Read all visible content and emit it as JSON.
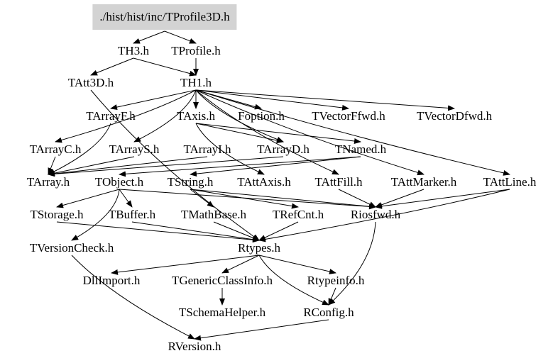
{
  "graph": {
    "root": "TProfile3D",
    "nodes": {
      "TProfile3D": "./hist/hist/inc/TProfile3D.h",
      "TH3": "TH3.h",
      "TProfile": "TProfile.h",
      "TAtt3D": "TAtt3D.h",
      "TH1": "TH1.h",
      "TArrayF": "TArrayF.h",
      "TAxis": "TAxis.h",
      "Foption": "Foption.h",
      "TVectorFfwd": "TVectorFfwd.h",
      "TVectorDfwd": "TVectorDfwd.h",
      "TArrayC": "TArrayC.h",
      "TArrayS": "TArrayS.h",
      "TArrayI": "TArrayI.h",
      "TArrayD": "TArrayD.h",
      "TNamed": "TNamed.h",
      "TArray": "TArray.h",
      "TObject": "TObject.h",
      "TString": "TString.h",
      "TAttAxis": "TAttAxis.h",
      "TAttFill": "TAttFill.h",
      "TAttMarker": "TAttMarker.h",
      "TAttLine": "TAttLine.h",
      "TStorage": "TStorage.h",
      "TBuffer": "TBuffer.h",
      "TMathBase": "TMathBase.h",
      "TRefCnt": "TRefCnt.h",
      "Riosfwd": "Riosfwd.h",
      "TVersionCheck": "TVersionCheck.h",
      "Rtypes": "Rtypes.h",
      "DllImport": "DllImport.h",
      "TGenericClassInfo": "TGenericClassInfo.h",
      "Rtypeinfo": "Rtypeinfo.h",
      "TSchemaHelper": "TSchemaHelper.h",
      "RConfig": "RConfig.h",
      "RVersion": "RVersion.h"
    },
    "edges": [
      [
        "TProfile3D",
        "TH3"
      ],
      [
        "TProfile3D",
        "TProfile"
      ],
      [
        "TH3",
        "TAtt3D"
      ],
      [
        "TH3",
        "TH1"
      ],
      [
        "TProfile",
        "TH1"
      ],
      [
        "TAtt3D",
        "Rtypes"
      ],
      [
        "TH1",
        "TArrayC"
      ],
      [
        "TH1",
        "TArrayF"
      ],
      [
        "TH1",
        "TArrayS"
      ],
      [
        "TH1",
        "TArrayD"
      ],
      [
        "TH1",
        "TAxis"
      ],
      [
        "TH1",
        "Foption"
      ],
      [
        "TH1",
        "TVectorFfwd"
      ],
      [
        "TH1",
        "TVectorDfwd"
      ],
      [
        "TH1",
        "TAttLine"
      ],
      [
        "TH1",
        "TAttMarker"
      ],
      [
        "TH1",
        "TAttFill"
      ],
      [
        "TArrayF",
        "TArray"
      ],
      [
        "TArrayC",
        "TArray"
      ],
      [
        "TArrayS",
        "TArray"
      ],
      [
        "TArrayI",
        "TArray"
      ],
      [
        "TArrayD",
        "TArray"
      ],
      [
        "TAxis",
        "TNamed"
      ],
      [
        "TAxis",
        "TArrayD"
      ],
      [
        "TAxis",
        "TAttAxis"
      ],
      [
        "TNamed",
        "TObject"
      ],
      [
        "TNamed",
        "TString"
      ],
      [
        "TObject",
        "TStorage"
      ],
      [
        "TObject",
        "TBuffer"
      ],
      [
        "TObject",
        "Riosfwd"
      ],
      [
        "TObject",
        "TVersionCheck"
      ],
      [
        "TString",
        "TMathBase"
      ],
      [
        "TString",
        "TRefCnt"
      ],
      [
        "TString",
        "Riosfwd"
      ],
      [
        "TAttFill",
        "Riosfwd"
      ],
      [
        "TAttMarker",
        "Riosfwd"
      ],
      [
        "TAttLine",
        "Riosfwd"
      ],
      [
        "TAttLine",
        "Rtypes"
      ],
      [
        "TStorage",
        "Rtypes"
      ],
      [
        "TBuffer",
        "Rtypes"
      ],
      [
        "TMathBase",
        "Rtypes"
      ],
      [
        "TRefCnt",
        "Rtypes"
      ],
      [
        "Riosfwd",
        "RConfig"
      ],
      [
        "TVersionCheck",
        "RVersion"
      ],
      [
        "Rtypes",
        "DllImport"
      ],
      [
        "Rtypes",
        "TGenericClassInfo"
      ],
      [
        "Rtypes",
        "Rtypeinfo"
      ],
      [
        "Rtypes",
        "RConfig"
      ],
      [
        "TGenericClassInfo",
        "TSchemaHelper"
      ],
      [
        "Rtypeinfo",
        "RConfig"
      ],
      [
        "RConfig",
        "RVersion"
      ]
    ]
  }
}
